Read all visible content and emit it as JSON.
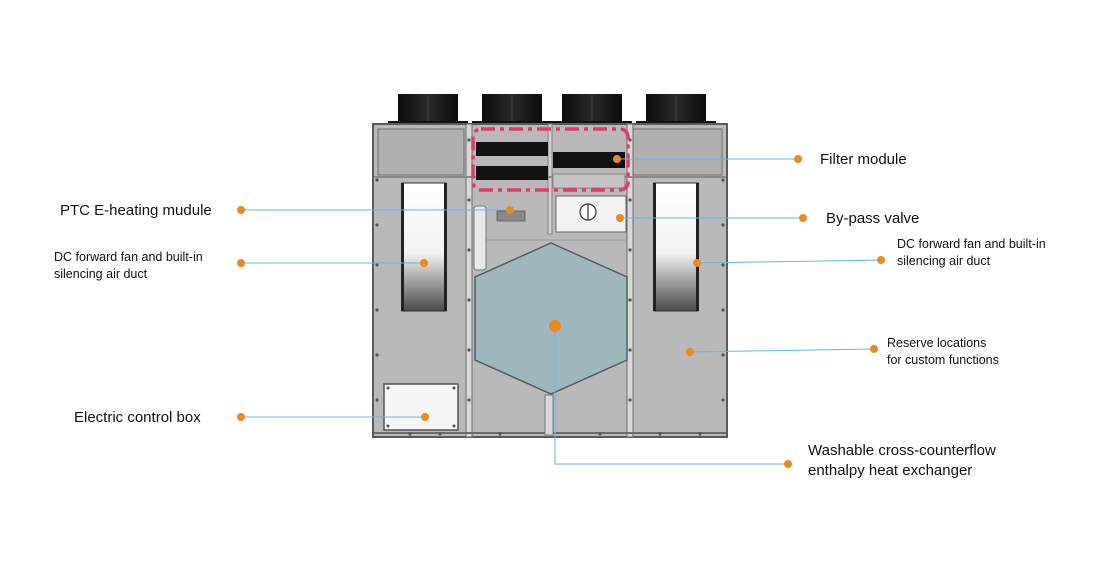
{
  "colors": {
    "leader_line": "#5bbbe6",
    "marker": "#ea8a1c",
    "highlight": "#e23a63",
    "housing": "#b7b7b7",
    "exchanger": "#9fb6bd",
    "port": "#111111"
  },
  "labels": {
    "filter_module": "Filter module",
    "ptc_heating": "PTC E-heating mudule",
    "bypass_valve": "By-pass valve",
    "dc_fan_left": "DC forward fan and built-in\nsilencing air duct",
    "dc_fan_right": "DC forward fan and built-in\nsilencing air duct",
    "reserve_locations": "Reserve locations\nfor custom functions",
    "electric_control_box": "Electric control box",
    "heat_exchanger": "Washable cross-counterflow\nenthalpy heat exchanger"
  }
}
